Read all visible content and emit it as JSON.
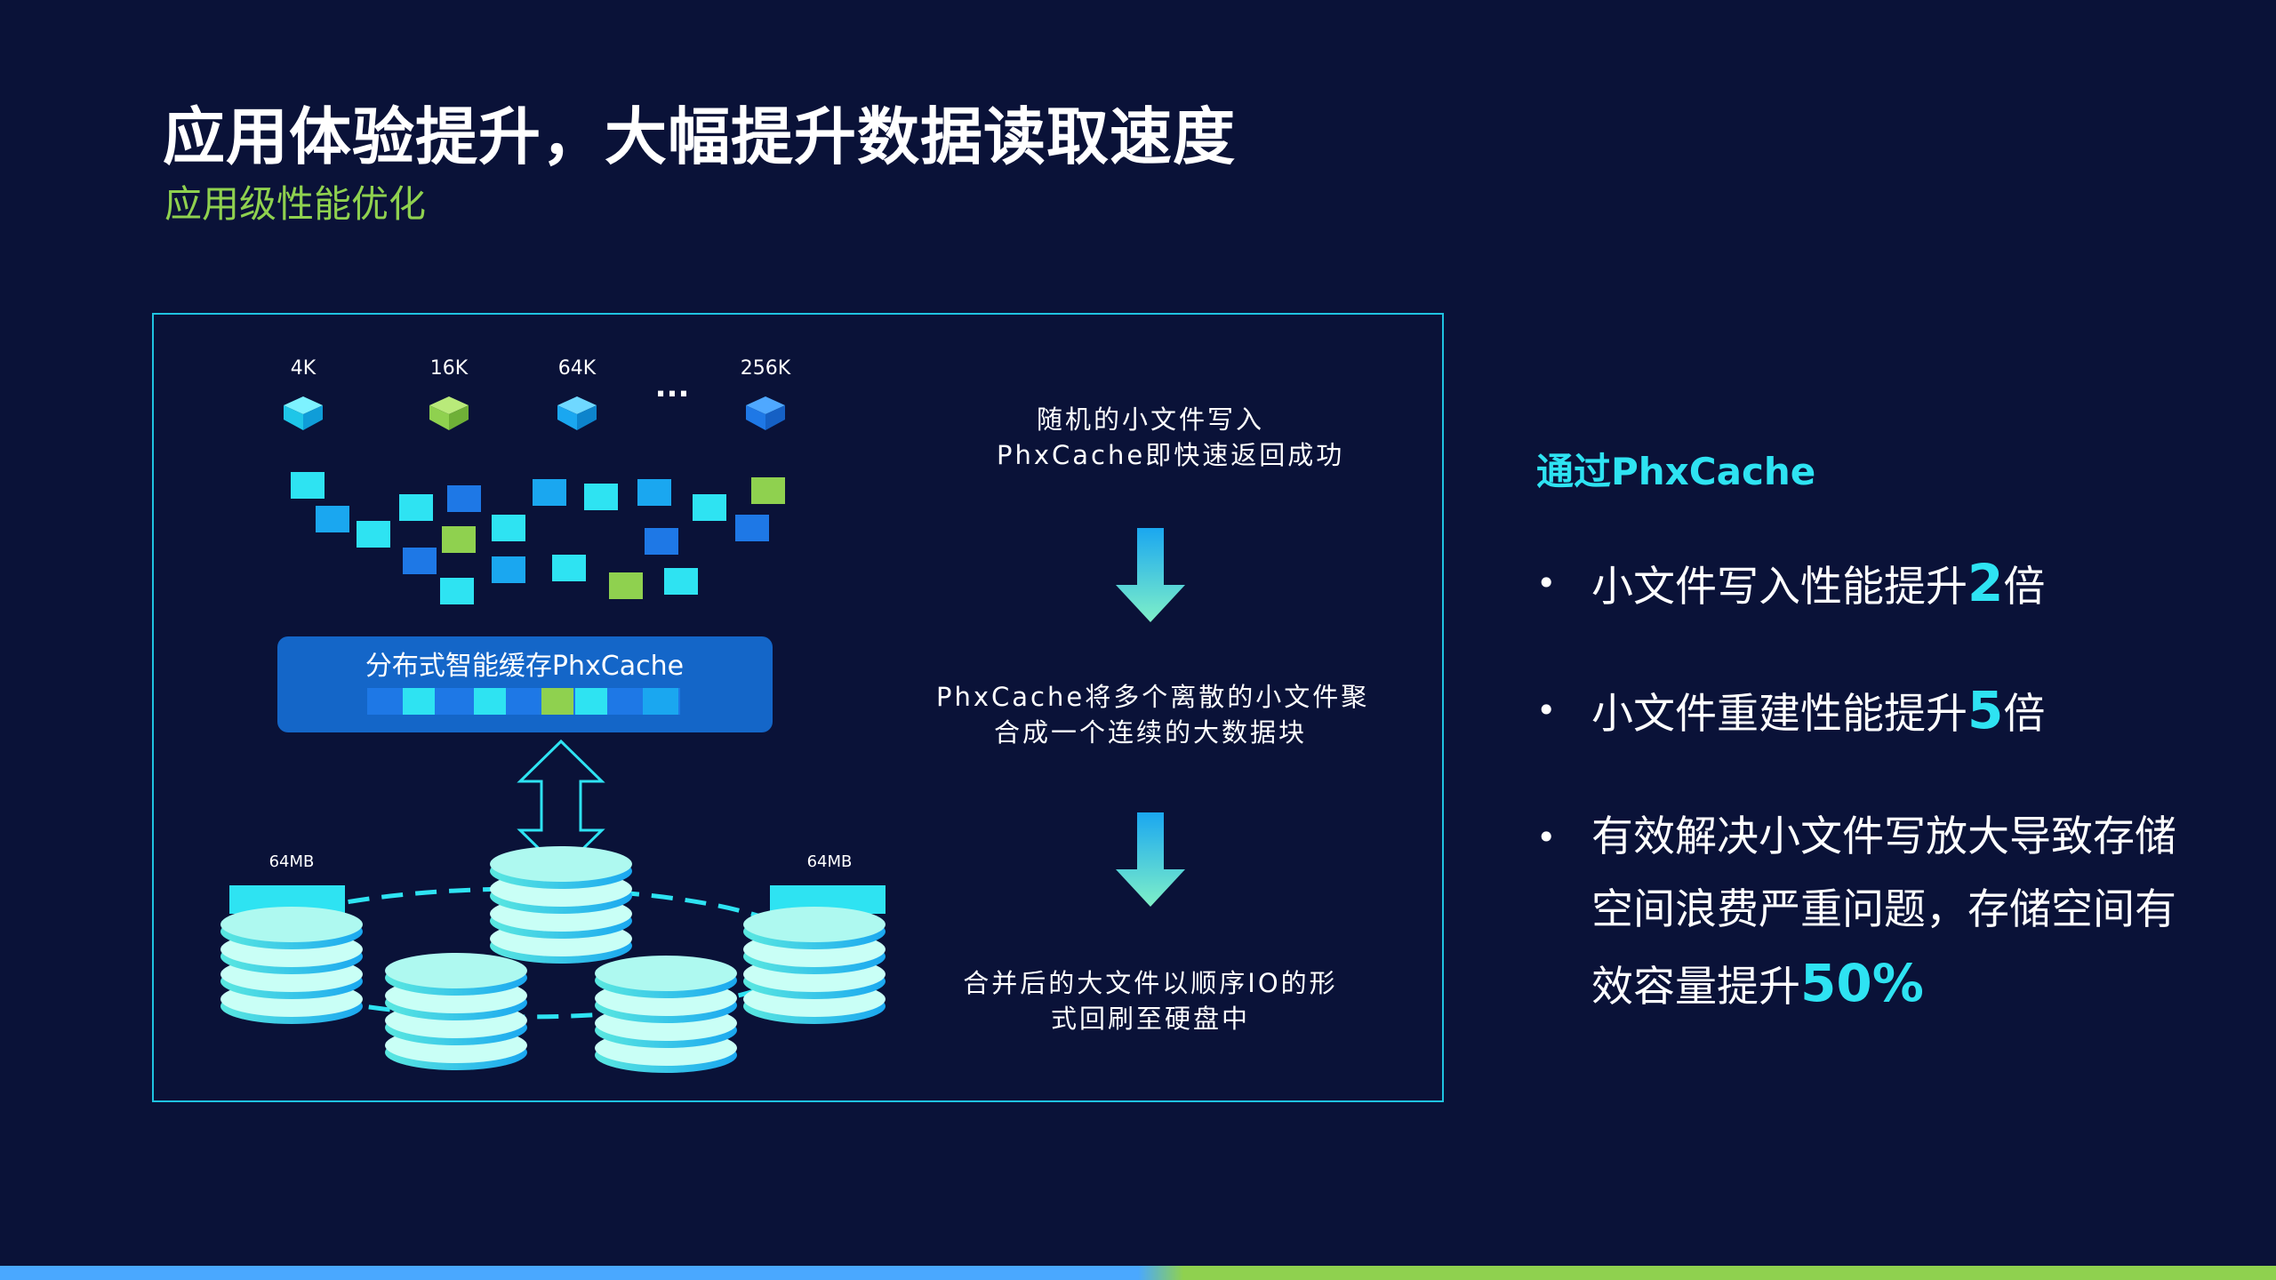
{
  "slide": {
    "title": "应用体验提升，大幅提升数据读取速度",
    "subtitle": "应用级性能优化"
  },
  "diagram": {
    "file_sizes": [
      "4K",
      "16K",
      "64K",
      "256K"
    ],
    "ellipsis": "...",
    "cache_label": "分布式智能缓存PhxCache",
    "block_label_left": "64MB",
    "block_label_right": "64MB",
    "steps": [
      {
        "line1": "随机的小文件写入",
        "line2": "PhxCache即快速返回成功"
      },
      {
        "line1": "PhxCache将多个离散的小文件聚",
        "line2": "合成一个连续的大数据块"
      },
      {
        "line1": "合并后的大文件以顺序IO的形",
        "line2": "式回刷至硬盘中"
      }
    ]
  },
  "benefits": {
    "heading": "通过PhxCache",
    "items": [
      {
        "text": "小文件写入性能提升",
        "highlight": "2",
        "suffix": "倍"
      },
      {
        "text": "小文件重建性能提升",
        "highlight": "5",
        "suffix": "倍"
      },
      {
        "text": "有效解决小文件写放大导致存储空间浪费严重问题，存储空间有效容量提升",
        "highlight": "50%",
        "suffix": ""
      }
    ]
  },
  "colors": {
    "background": "#0a1238",
    "accent_cyan": "#2ee3f2",
    "accent_green": "#8fd14f",
    "accent_blue": "#1e78e6"
  }
}
